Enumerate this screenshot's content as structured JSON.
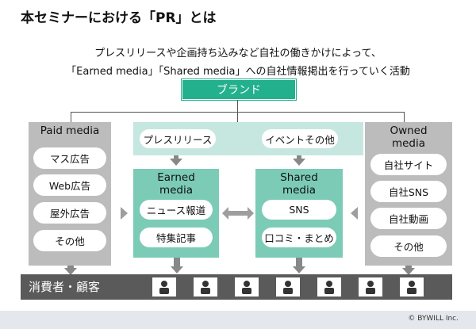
{
  "title": "本セミナーにおける「PR」とは",
  "subtitle": {
    "line1": "プレスリリースや企画持ち込みなど自社の働きかけによって、",
    "line2": "「Earned media」「Shared media」への自社情報掲出を行っていく活動"
  },
  "brand": "ブランド",
  "paid": {
    "title": "Paid media",
    "items": [
      "マス広告",
      "Web広告",
      "屋外広告",
      "その他"
    ]
  },
  "owned": {
    "title_line1": "Owned",
    "title_line2": "media",
    "items": [
      "自社サイト",
      "自社SNS",
      "自社動画",
      "その他"
    ]
  },
  "top_items": [
    "プレスリリース",
    "イベントその他"
  ],
  "earned": {
    "title_line1": "Earned",
    "title_line2": "media",
    "items": [
      "ニュース報道",
      "特集記事"
    ]
  },
  "shared": {
    "title_line1": "Shared",
    "title_line2": "media",
    "items": [
      "SNS",
      "口コミ・まとめ"
    ]
  },
  "consumer": "消費者・顧客",
  "copyright": "© BYWILL Inc.",
  "colors": {
    "brand": "#23b08c",
    "teal": "#7ccbb6",
    "teal_light": "#c6e7df",
    "gray": "#bcbcbc",
    "dark": "#5a5a5a"
  },
  "icons": {
    "user": "user-icon",
    "arrow": "arrow-icon"
  }
}
